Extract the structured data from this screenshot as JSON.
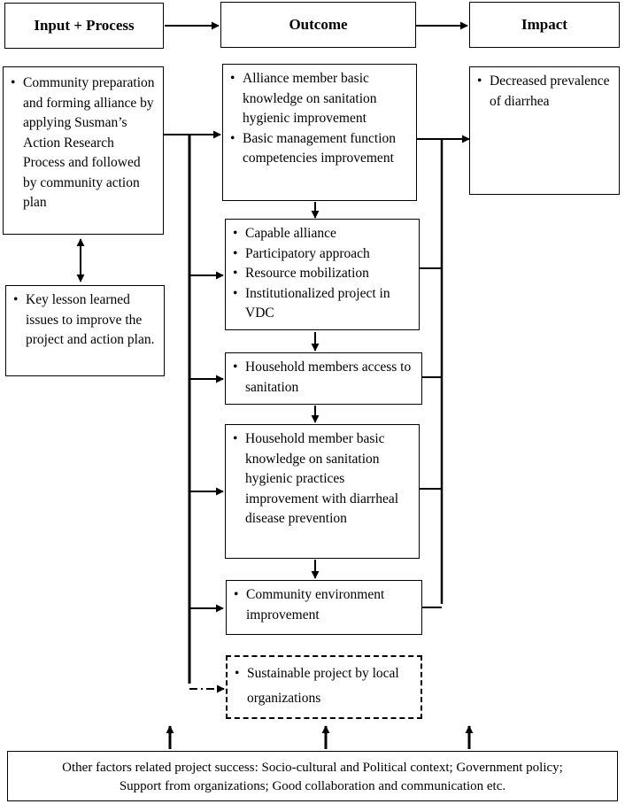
{
  "headers": {
    "input_process": "Input + Process",
    "outcome": "Outcome",
    "impact": "Impact"
  },
  "input": {
    "items": [
      "Community preparation and forming alliance by applying Susman’s Action Research Process and followed by community action plan"
    ]
  },
  "lesson": {
    "items": [
      "Key lesson learned issues to improve the project and action plan."
    ]
  },
  "outcomes": [
    {
      "items": [
        "Alliance member basic knowledge on sanitation hygienic improvement",
        "Basic management function competencies improvement"
      ]
    },
    {
      "items": [
        "Capable alliance",
        "Participatory approach",
        "Resource mobilization",
        "Institutionalized project in VDC"
      ]
    },
    {
      "items": [
        "Household members access to sanitation"
      ]
    },
    {
      "items": [
        "Household member basic knowledge on sanitation hygienic practices improvement with diarrheal disease prevention"
      ]
    },
    {
      "items": [
        "Community environment improvement"
      ]
    }
  ],
  "sustainable": {
    "items": [
      "Sustainable project by local organizations"
    ]
  },
  "impact": {
    "items": [
      "Decreased prevalence of diarrhea"
    ]
  },
  "footer": {
    "line1": "Other factors related project success: Socio-cultural and Political context; Government policy;",
    "line2": "Support from organizations; Good collaboration and communication etc."
  }
}
